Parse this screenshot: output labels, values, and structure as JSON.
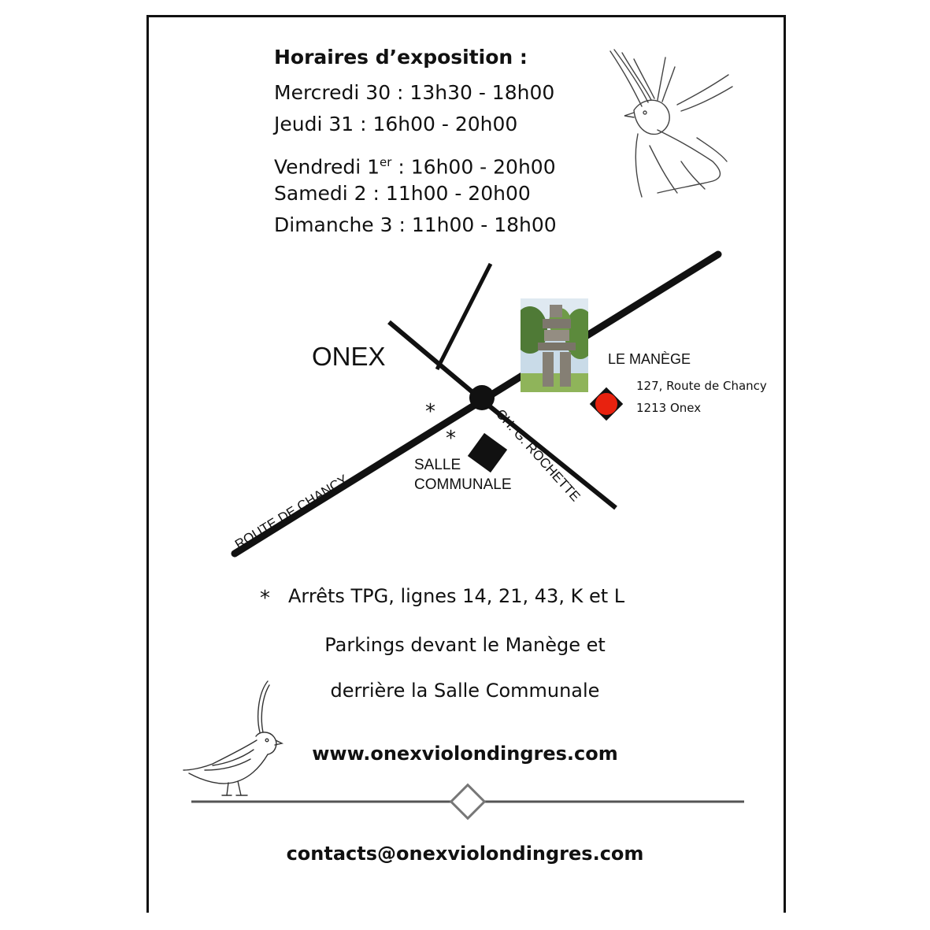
{
  "schedule": {
    "title": "Horaires d’exposition :",
    "lines": [
      "Mercredi 30 : 13h30 - 18h00",
      "Jeudi 31 : 16h00 - 20h00",
      "Vendredi 1",
      "Samedi 2 : 11h00 - 20h00",
      "Dimanche 3 : 11h00 - 18h00"
    ],
    "friday_sup": "er",
    "friday_rest": " : 16h00 - 20h00"
  },
  "map": {
    "town": "ONEX",
    "venue": "LE MANÈGE",
    "address_line1": "127, Route de Chancy",
    "address_line2": "1213 Onex",
    "salle_line1": "SALLE",
    "salle_line2": "COMMUNALE",
    "road_chancy": "ROUTE DE CHANCY",
    "road_rochette": "CH. G. ROCHETTE",
    "stop_symbol": "*",
    "venue_color": "#e8220f"
  },
  "info": {
    "tpg_symbol": "*",
    "tpg": "Arrêts TPG, lignes 14, 21, 43, K et L",
    "parking1": "Parkings devant le Manège et",
    "parking2": "derrière la Salle Communale"
  },
  "website": "www.onexviolondingres.com",
  "contact": "contacts@onexviolondingres.com"
}
